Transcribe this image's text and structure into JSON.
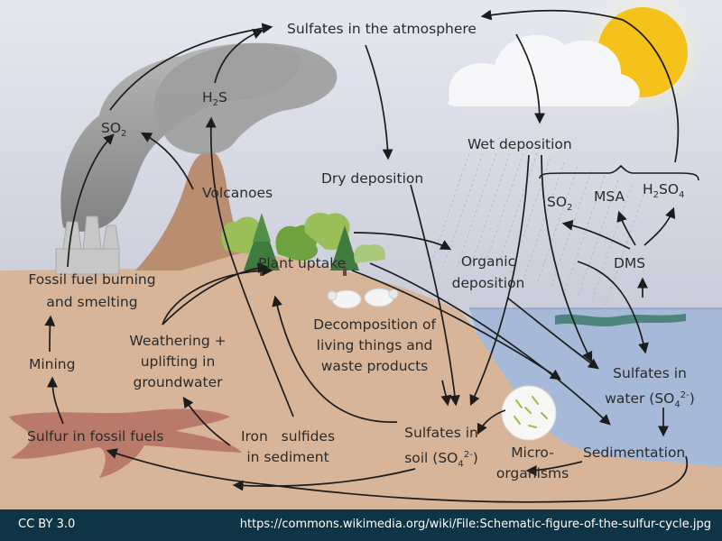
{
  "labels": {
    "sulfates_atmosphere": "Sulfates in the atmosphere",
    "so2_left_main": "SO",
    "so2_left_sub": "2",
    "h2s_main_a": "H",
    "h2s_sub": "2",
    "h2s_main_b": "S",
    "volcanoes": "Volcanoes",
    "dry_deposition": "Dry deposition",
    "wet_deposition": "Wet deposition",
    "so2_right_main": "SO",
    "so2_right_sub": "2",
    "msa": "MSA",
    "h2so4_a": "H",
    "h2so4_sub1": "2",
    "h2so4_b": "SO",
    "h2so4_sub2": "4",
    "dms": "DMS",
    "plant_uptake": "Plant uptake",
    "organic_deposition_1": "Organic",
    "organic_deposition_2": "deposition",
    "fossil_burning_1": "Fossil fuel burning",
    "fossil_burning_2": "and smelting",
    "decomposition_1": "Decomposition of",
    "decomposition_2": "living things and",
    "decomposition_3": "waste products",
    "weathering_1": "Weathering +",
    "weathering_2": "uplifting in",
    "weathering_3": "groundwater",
    "mining": "Mining",
    "sulfates_water_1": "Sulfates in",
    "sulfates_water_2a": "water (SO",
    "sulfates_water_sub": "4",
    "sulfates_water_sup": "2-",
    "sulfates_water_2b": ")",
    "sulfates_soil_1": "Sulfates in",
    "sulfates_soil_2a": "soil (SO",
    "sulfates_soil_sub": "4",
    "sulfates_soil_sup": "2-",
    "sulfates_soil_2b": ")",
    "micro_1": "Micro-",
    "micro_2": "organisms",
    "sedimentation": "Sedimentation",
    "sulfur_fossil": "Sulfur in fossil fuels",
    "iron_sulfides_1": "Iron   sulfides",
    "iron_sulfides_2": "in sediment"
  },
  "footer": {
    "license": "CC BY 3.0",
    "url": "https://commons.wikimedia.org/wiki/File:Schematic-figure-of-the-sulfur-cycle.jpg"
  },
  "colors": {
    "sky": "#c9ccd8",
    "land": "#d8b599",
    "water": "#a6b9d8",
    "sun": "#f5c21b",
    "smoke": "#8f8f8f",
    "arrow": "#1c1c1c",
    "footer_bg": "#0f3445"
  }
}
